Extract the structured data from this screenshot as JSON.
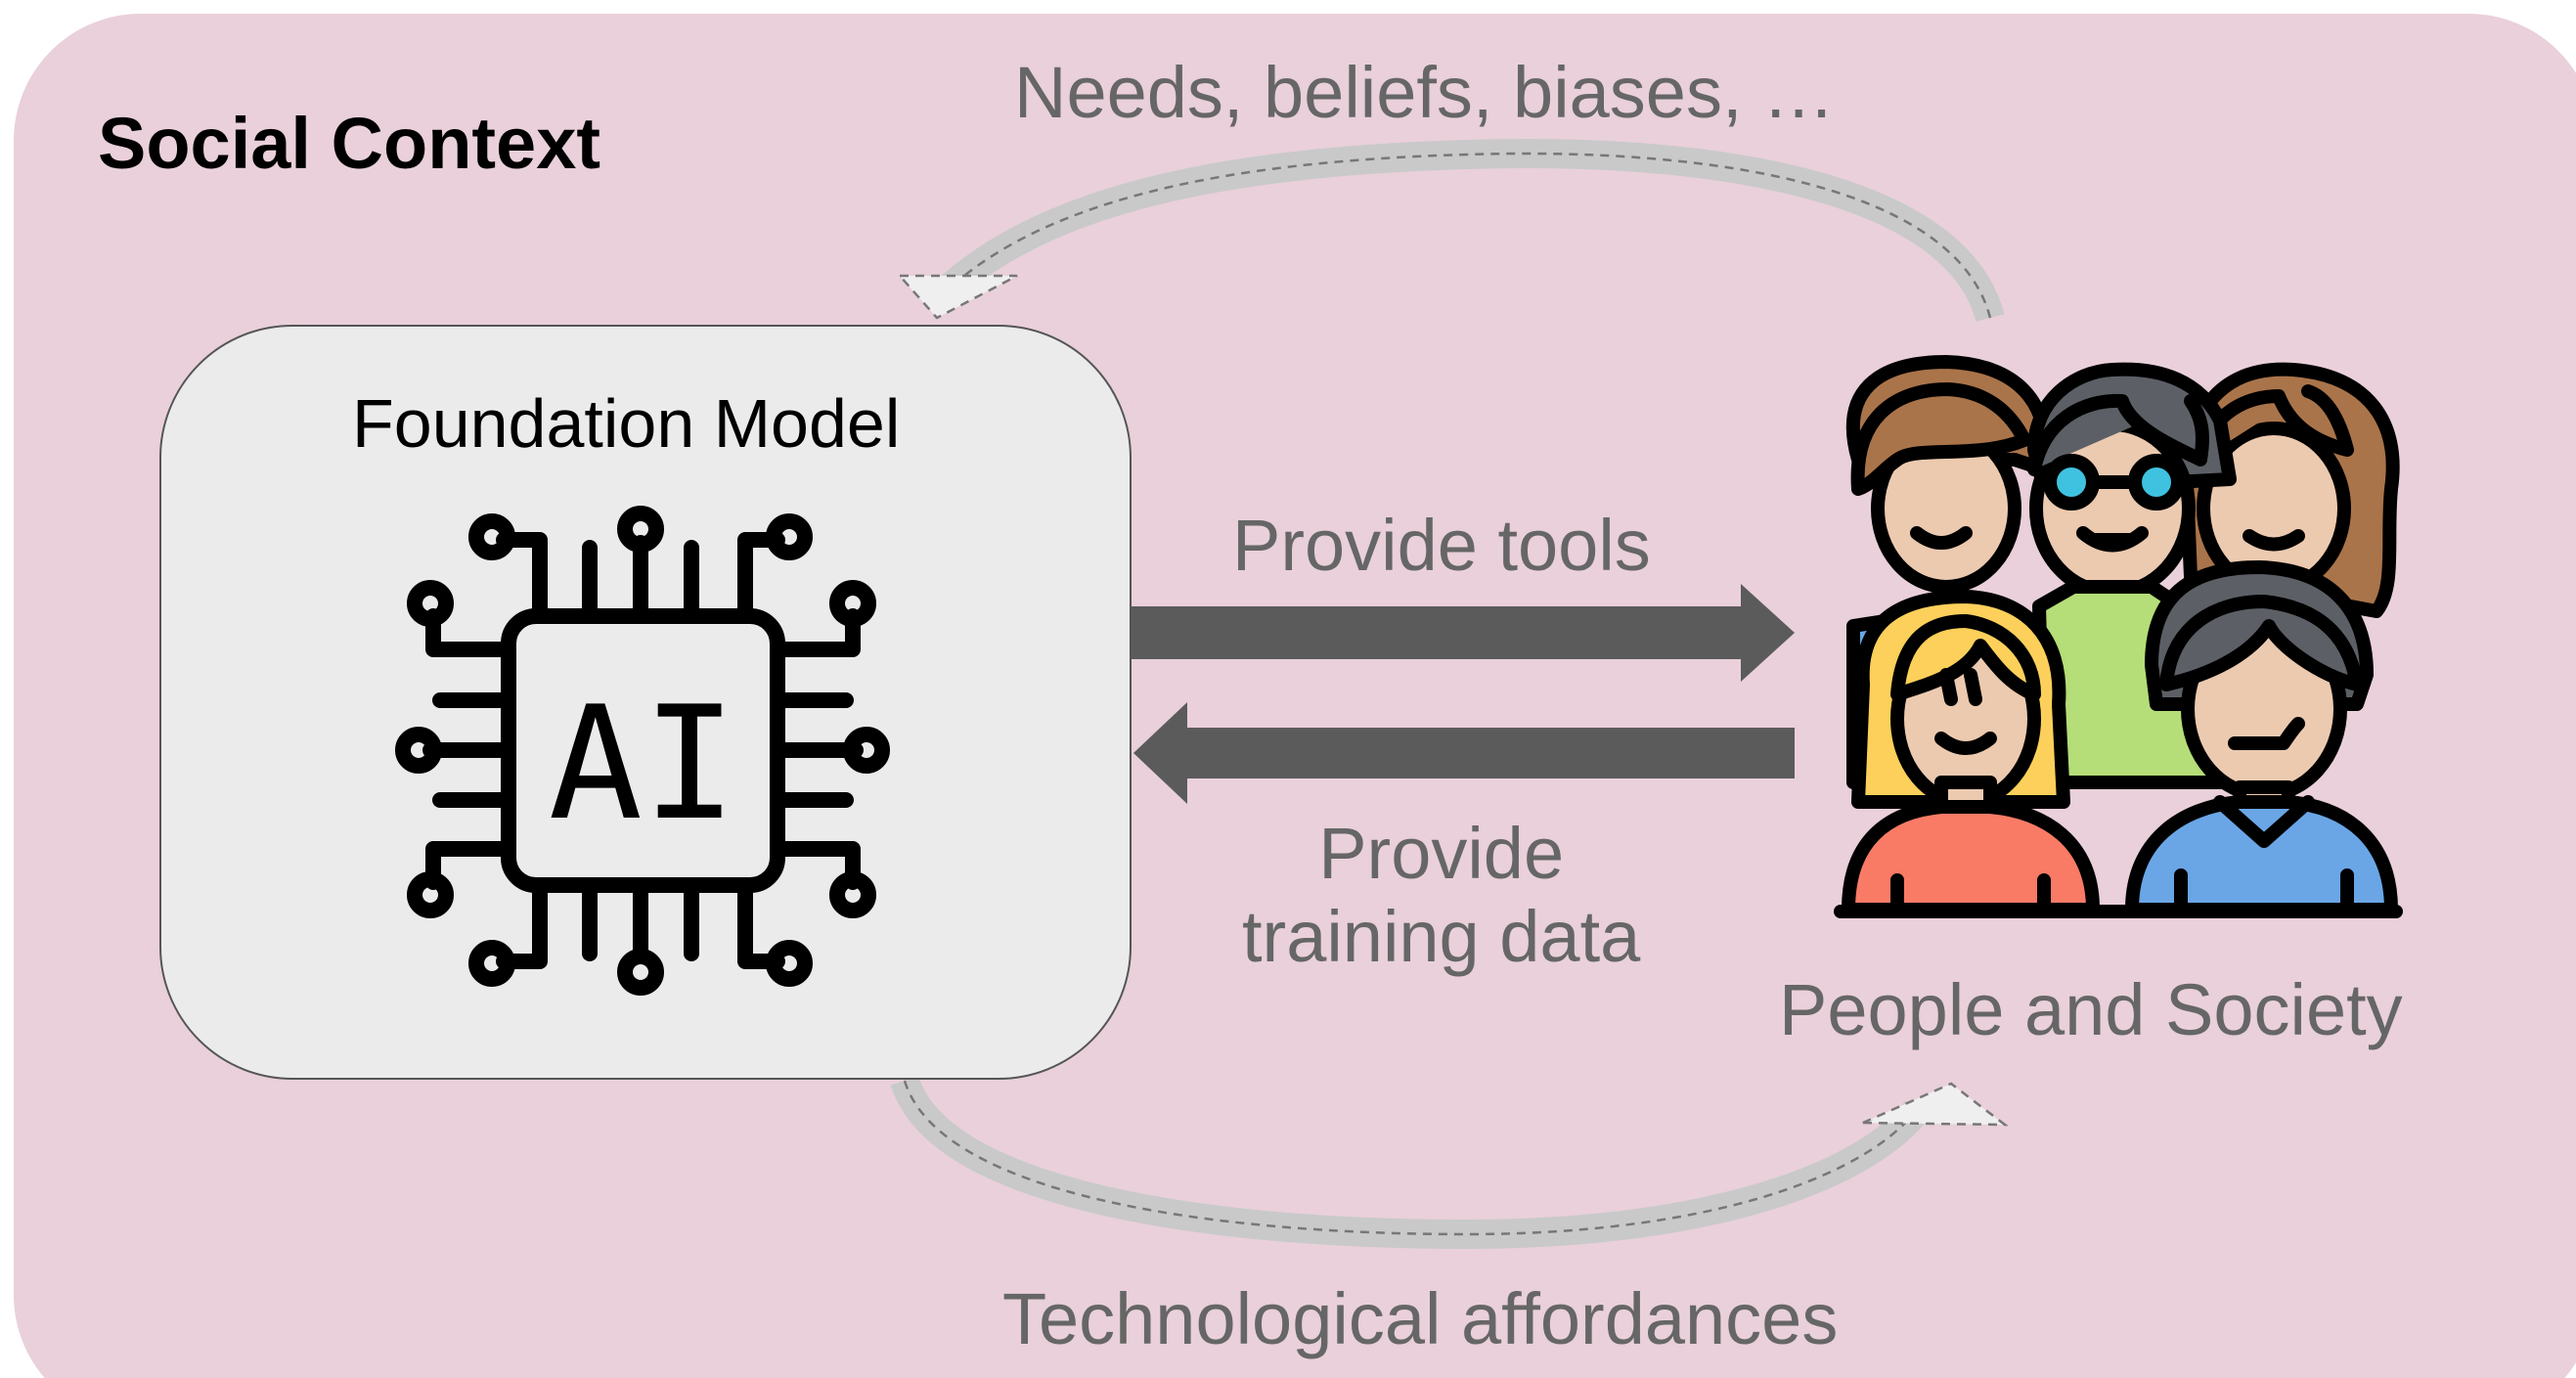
{
  "diagram": {
    "context_title": "Social Context",
    "top_cycle_label": "Needs, beliefs, biases, …",
    "bottom_cycle_label": "Technological affordances",
    "model": {
      "title": "Foundation Model",
      "chip_text": "AI",
      "icon": "ai-chip-icon"
    },
    "people": {
      "label": "People and Society",
      "icon": "people-group-icon"
    },
    "arrow_right_label": "Provide tools",
    "arrow_left_label": "Provide\ntraining data",
    "colors": {
      "background": "#e9d0da",
      "model_box": "#ebebeb",
      "arrow": "#5b5b5b",
      "label_text": "#666666"
    }
  }
}
